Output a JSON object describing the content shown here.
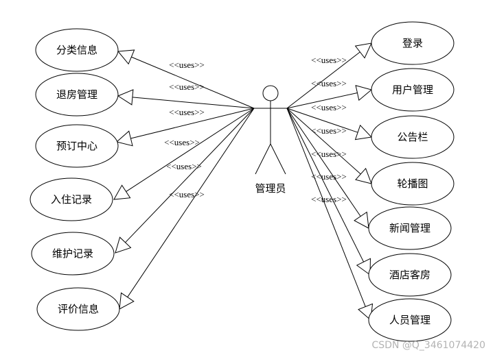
{
  "actor": {
    "label": "管理员"
  },
  "relation_label": "<<uses>>",
  "left_use_cases": [
    {
      "id": "uc-fenlei",
      "label": "分类信息"
    },
    {
      "id": "uc-tuifang",
      "label": "退房管理"
    },
    {
      "id": "uc-yuding",
      "label": "预订中心"
    },
    {
      "id": "uc-ruzhu",
      "label": "入住记录"
    },
    {
      "id": "uc-weihu",
      "label": "维护记录"
    },
    {
      "id": "uc-pingjia",
      "label": "评价信息"
    }
  ],
  "right_use_cases": [
    {
      "id": "uc-denglu",
      "label": "登录"
    },
    {
      "id": "uc-yonghu",
      "label": "用户管理"
    },
    {
      "id": "uc-gonggao",
      "label": "公告栏"
    },
    {
      "id": "uc-lunbo",
      "label": "轮播图"
    },
    {
      "id": "uc-xinwen",
      "label": "新闻管理"
    },
    {
      "id": "uc-jiudian",
      "label": "酒店客房"
    },
    {
      "id": "uc-renyuan",
      "label": "人员管理"
    }
  ],
  "watermark": "CSDN @Q_3461074420"
}
